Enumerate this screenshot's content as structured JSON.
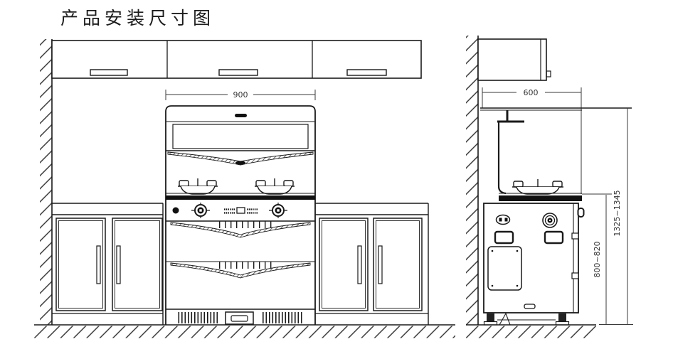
{
  "title": "产品安装尺寸图",
  "dimensions": {
    "front_width": "900",
    "side_depth": "600",
    "total_height": "1325~1345",
    "worktop_height": "800~820"
  },
  "colors": {
    "background": "#ffffff",
    "line": "#1a1a1a",
    "dimension_line": "#3a3a3a",
    "fill_dark": "#111111"
  }
}
